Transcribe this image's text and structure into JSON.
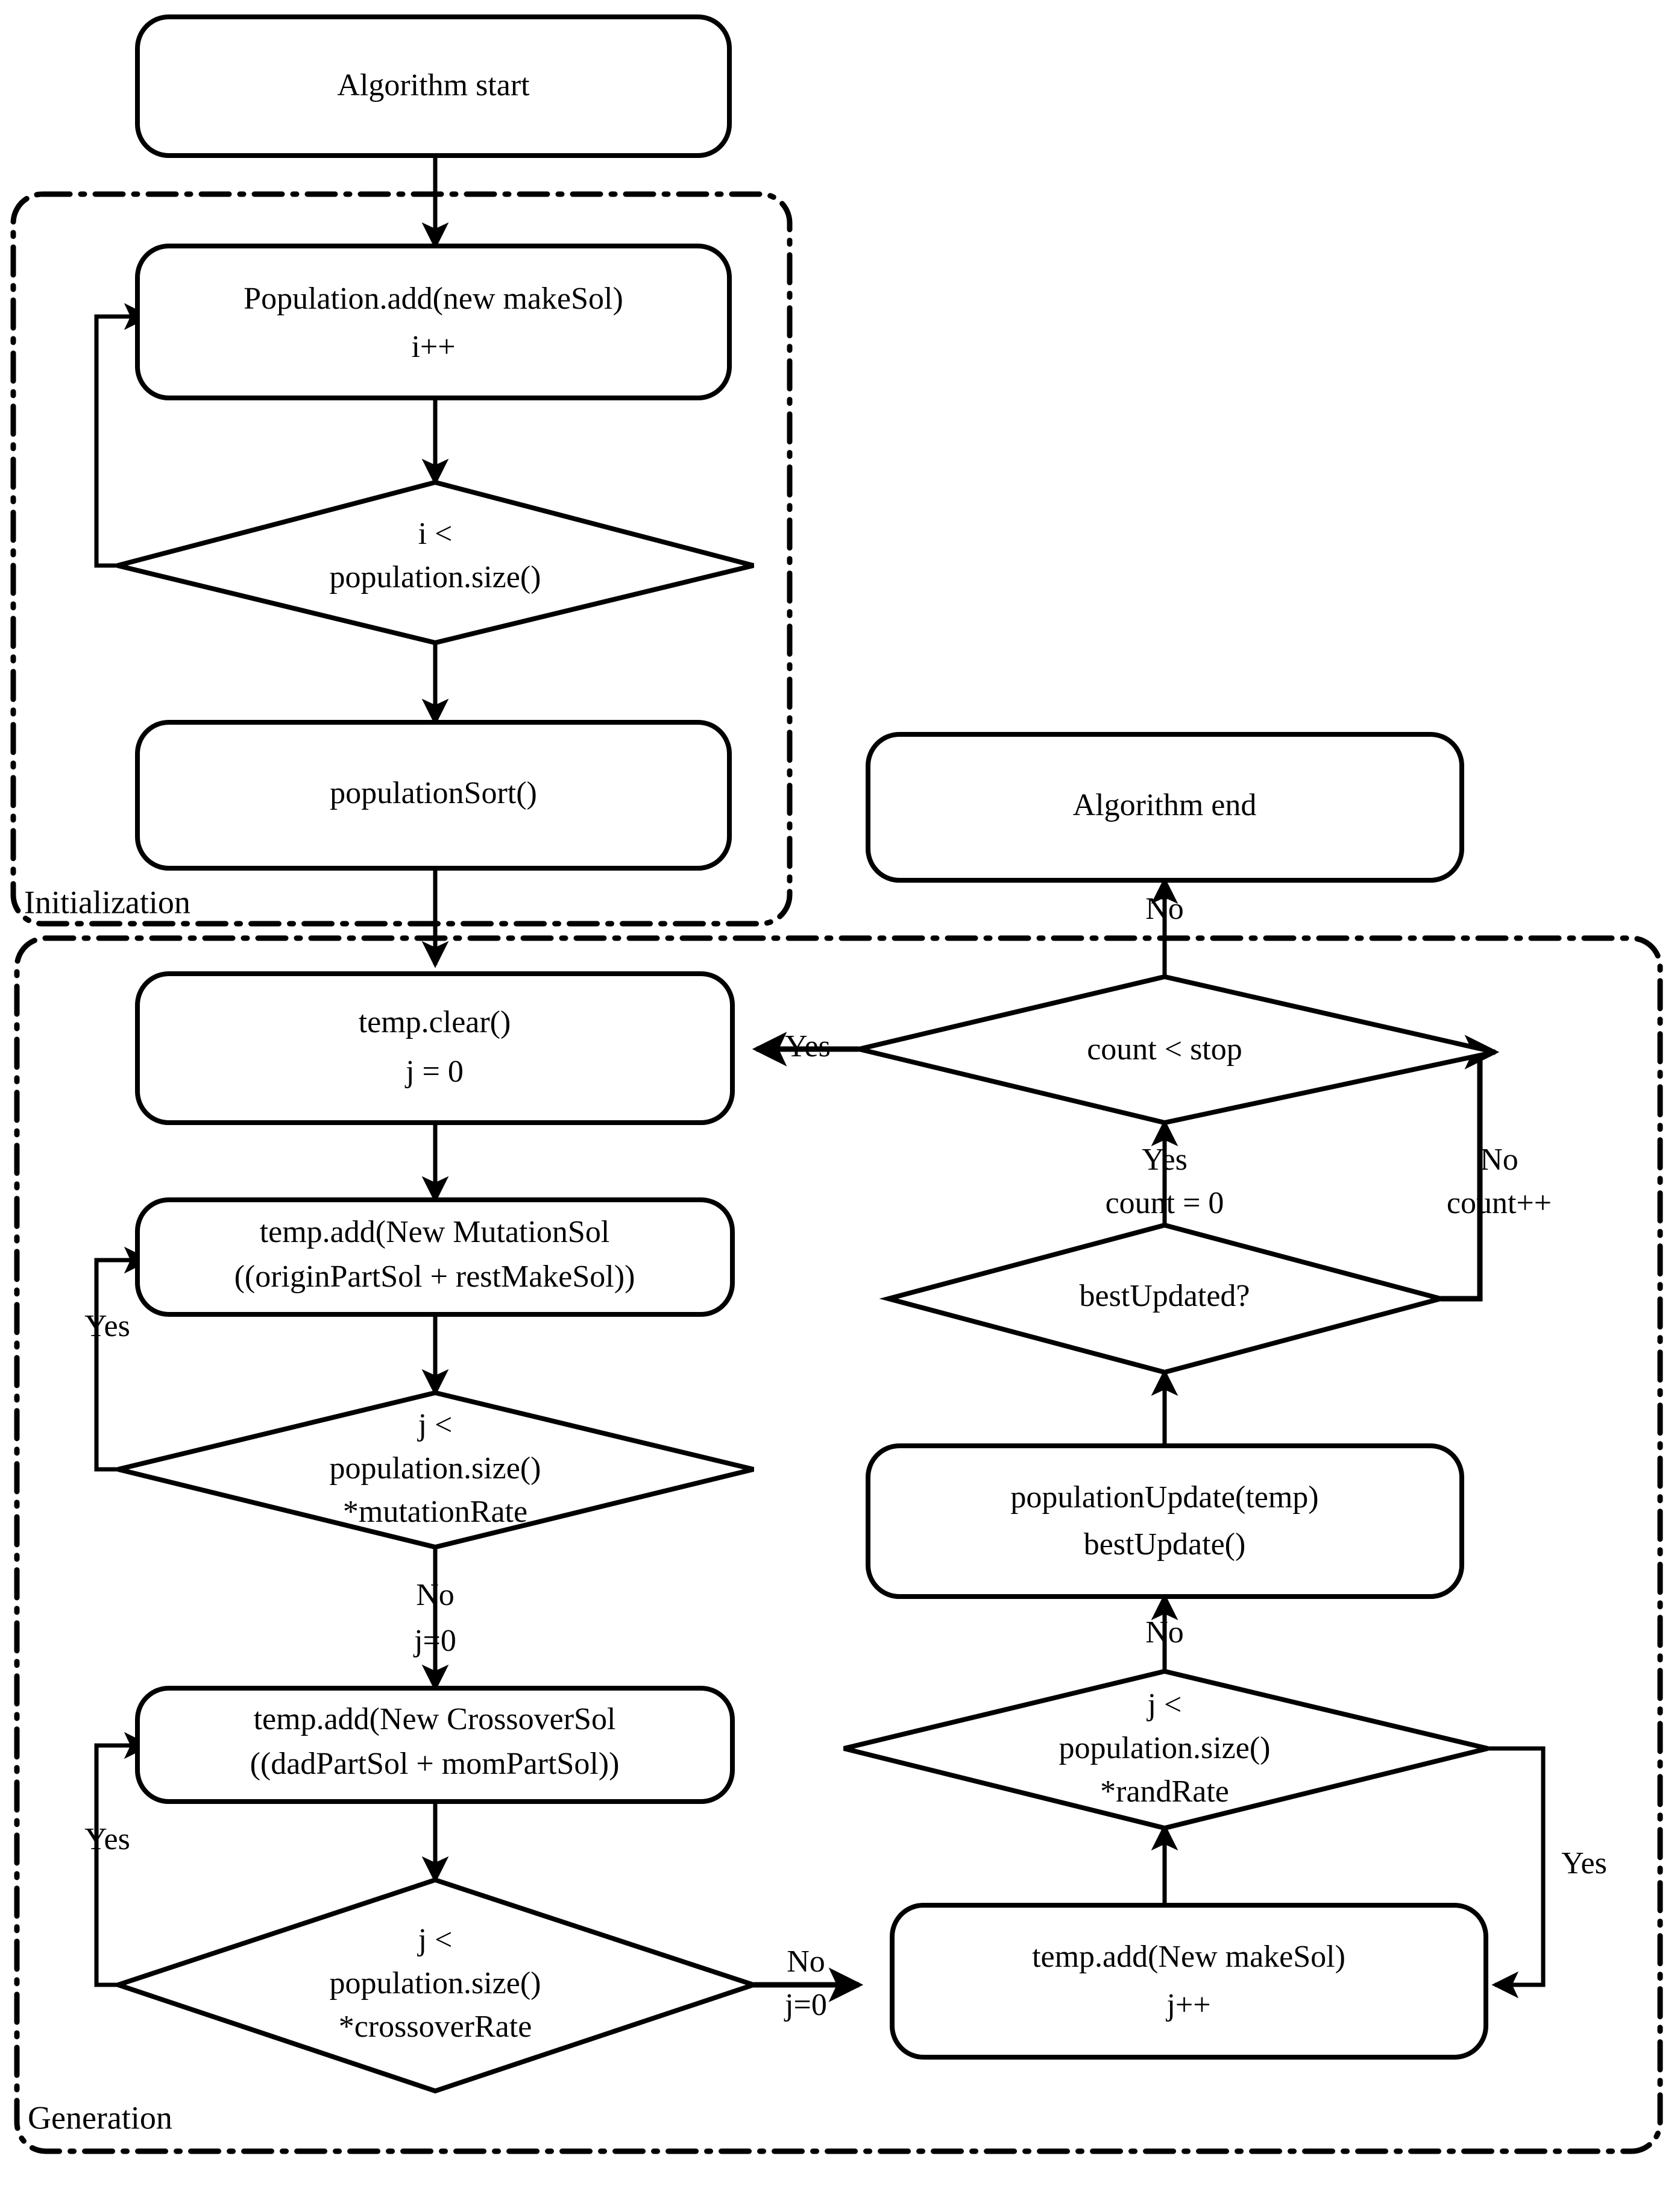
{
  "diagram": {
    "title": "Genetic algorithm flowchart",
    "groups": [
      {
        "id": "initialization",
        "label": "Initialization"
      },
      {
        "id": "generation",
        "label": "Generation"
      }
    ],
    "nodes": [
      {
        "id": "algorithm_start",
        "shape": "rounded-rect",
        "lines": [
          "Algorithm start"
        ]
      },
      {
        "id": "population_add",
        "shape": "rounded-rect",
        "lines": [
          "Population.add(new makeSol)",
          "i++"
        ]
      },
      {
        "id": "i_lt_popsize",
        "shape": "diamond",
        "lines": [
          "i <",
          "population.size()"
        ]
      },
      {
        "id": "population_sort",
        "shape": "rounded-rect",
        "lines": [
          "populationSort()"
        ]
      },
      {
        "id": "algorithm_end",
        "shape": "rounded-rect",
        "lines": [
          "Algorithm end"
        ]
      },
      {
        "id": "temp_clear",
        "shape": "rounded-rect",
        "lines": [
          "temp.clear()",
          "j = 0"
        ]
      },
      {
        "id": "count_lt_stop",
        "shape": "diamond",
        "lines": [
          "count < stop"
        ]
      },
      {
        "id": "temp_add_mutation",
        "shape": "rounded-rect",
        "lines": [
          "temp.add(New MutationSol",
          "((originPartSol + restMakeSol))"
        ]
      },
      {
        "id": "j_lt_mutation_rate",
        "shape": "diamond",
        "lines": [
          "j <",
          "population.size()",
          "*mutationRate"
        ]
      },
      {
        "id": "best_updated",
        "shape": "diamond",
        "lines": [
          "bestUpdated?"
        ]
      },
      {
        "id": "population_update",
        "shape": "rounded-rect",
        "lines": [
          "populationUpdate(temp)",
          "bestUpdate()"
        ]
      },
      {
        "id": "temp_add_crossover",
        "shape": "rounded-rect",
        "lines": [
          "temp.add(New CrossoverSol",
          "((dadPartSol + momPartSol))"
        ]
      },
      {
        "id": "j_lt_rand_rate",
        "shape": "diamond",
        "lines": [
          "j <",
          "population.size()",
          "*randRate"
        ]
      },
      {
        "id": "j_lt_crossover_rate",
        "shape": "diamond",
        "lines": [
          "j <",
          "population.size()",
          "*crossoverRate"
        ]
      },
      {
        "id": "temp_add_makesol",
        "shape": "rounded-rect",
        "lines": [
          "temp.add(New makeSol)",
          "j++"
        ]
      }
    ],
    "edge_labels": [
      {
        "id": "label-init-loop-yes",
        "text": ""
      },
      {
        "id": "label-count-stop-no",
        "text": "No"
      },
      {
        "id": "label-count-stop-yes",
        "text": "Yes"
      },
      {
        "id": "label-mutation-yes",
        "text": "Yes"
      },
      {
        "id": "label-mutation-no",
        "text": "No"
      },
      {
        "id": "label-mutation-no-reset",
        "text": "j=0"
      },
      {
        "id": "label-bestupdated-yes",
        "text": "Yes"
      },
      {
        "id": "label-bestupdated-yes-count",
        "text": "count = 0"
      },
      {
        "id": "label-bestupdated-no",
        "text": "No"
      },
      {
        "id": "label-bestupdated-no-count",
        "text": "count++"
      },
      {
        "id": "label-randrate-no",
        "text": "No"
      },
      {
        "id": "label-randrate-yes",
        "text": "Yes"
      },
      {
        "id": "label-crossover-yes",
        "text": "Yes"
      },
      {
        "id": "label-crossover-no",
        "text": "No"
      },
      {
        "id": "label-crossover-no-reset",
        "text": "j=0"
      }
    ]
  },
  "colors": {
    "stroke": "#000000",
    "fill": "#ffffff",
    "background": "#ffffff"
  }
}
